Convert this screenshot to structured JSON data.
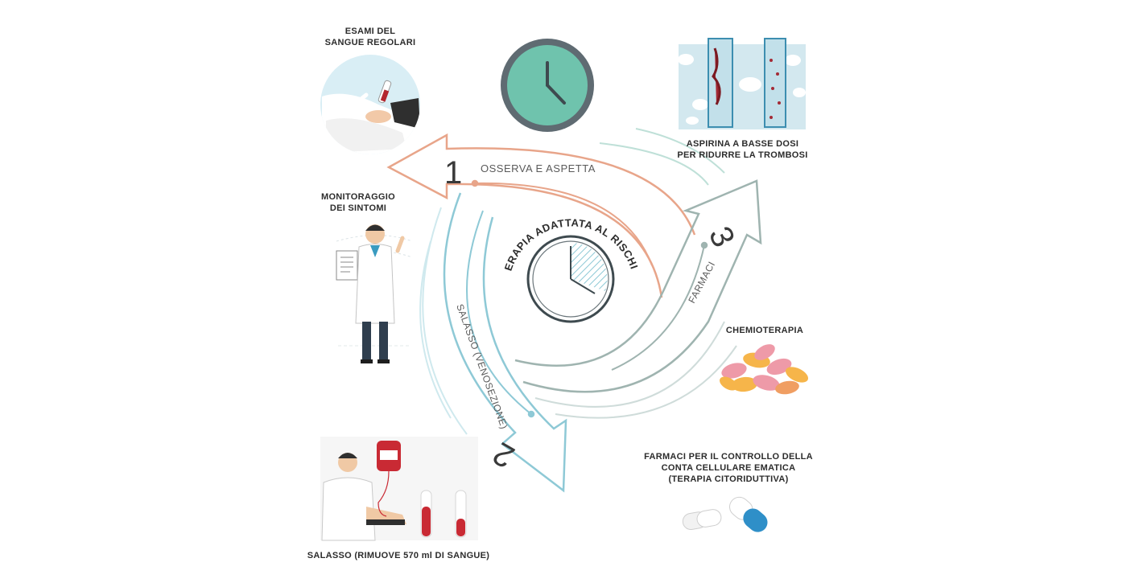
{
  "center": {
    "title": "TERAPIA ADATTATA AL RISCHIO"
  },
  "steps": [
    {
      "number": "1",
      "label": "OSSERVA E ASPETTA",
      "color": "#e8a58a"
    },
    {
      "number": "2",
      "label": "SALASSO (VENOSEZIONE)",
      "color": "#8ec9d6"
    },
    {
      "number": "3",
      "label": "FARMACI",
      "color": "#9fb4b0"
    }
  ],
  "items": {
    "blood_tests": [
      "ESAMI DEL",
      "SANGUE REGOLARI"
    ],
    "symptom_monitoring": [
      "MONITORAGGIO",
      "DEI SINTOMI"
    ],
    "phlebotomy": "SALASSO (RIMUOVE 570 ml DI SANGUE)",
    "aspirin": [
      "ASPIRINA A BASSE DOSI",
      "PER RIDURRE LA TROMBOSI"
    ],
    "chemotherapy": "CHEMIOTERAPIA",
    "cytoreductive": [
      "FARMACI PER IL CONTROLLO DELLA",
      "CONTA CELLULARE EMATICA",
      "(TERAPIA CITORIDUTTIVA)"
    ]
  },
  "icons": [
    "clock-icon",
    "blood-test-icon",
    "doctor-icon",
    "blood-bag-icon",
    "vessel-icon",
    "pills-icon",
    "capsules-icon"
  ],
  "colors": {
    "observe": "#e8a58a",
    "phlebotomy": "#8ec9d6",
    "drugs": "#9fb4b0",
    "clock_face": "#6fc3ad",
    "clock_ring": "#5f6b72",
    "text": "#2c2c2c"
  }
}
